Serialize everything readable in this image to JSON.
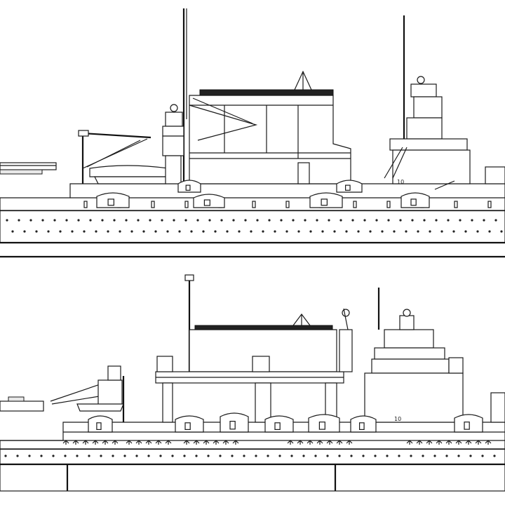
{
  "drawing": {
    "ink_color": "#1a1a1a",
    "paper_color": "#ffffff",
    "views": [
      {
        "id": "upper-profile",
        "hull_marking": "10"
      },
      {
        "id": "lower-profile",
        "hull_marking": "10"
      }
    ]
  }
}
